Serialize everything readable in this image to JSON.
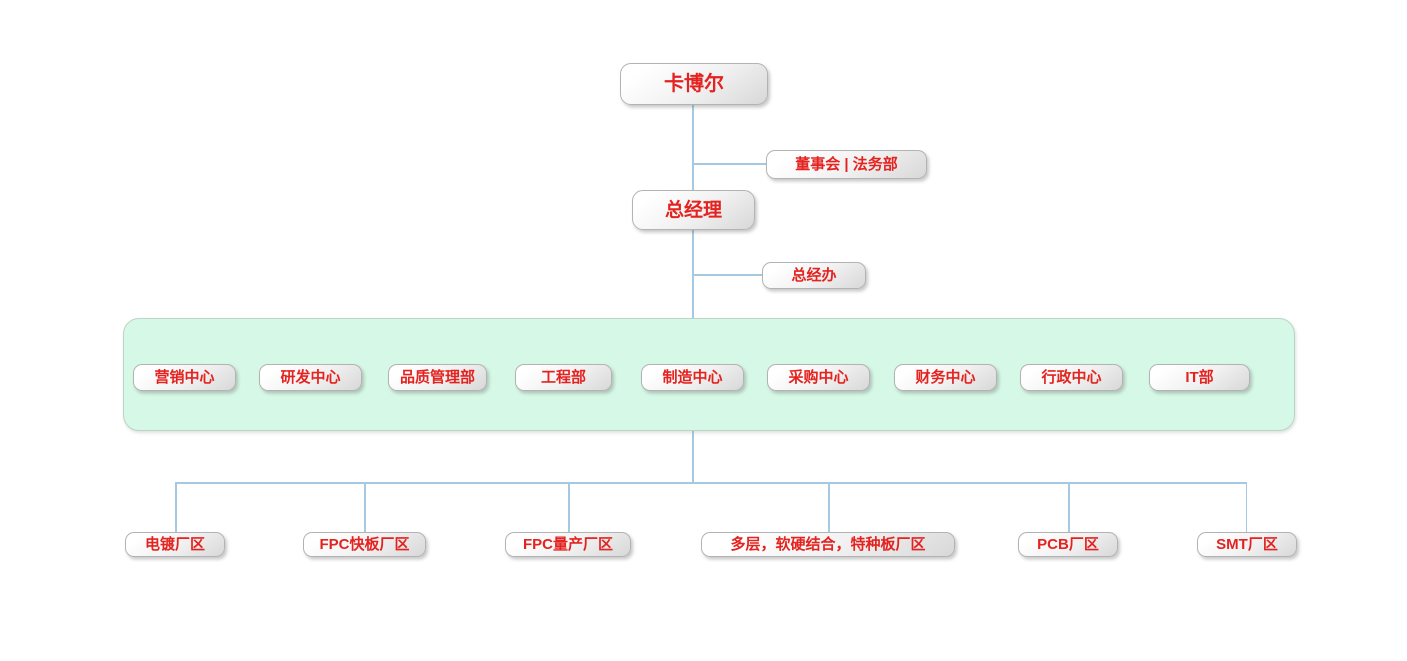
{
  "chart": {
    "title": "卡博尔",
    "board": "董事会 | 法务部",
    "general_manager": "总经理",
    "gm_office": "总经办",
    "departments": [
      "营销中心",
      "研发中心",
      "品质管理部",
      "工程部",
      "制造中心",
      "采购中心",
      "财务中心",
      "行政中心",
      "IT部"
    ],
    "factories": [
      "电镀厂区",
      "FPC快板厂区",
      "FPC量产厂区",
      "多层，软硬结合，特种板厂区",
      "PCB厂区",
      "SMT厂区"
    ]
  },
  "colors": {
    "label_red": "#e42320",
    "connector_blue": "#a5c9e3",
    "band_green": "#d6f8e6",
    "node_border_gray": "#b3b3b3",
    "node_gradient_start": "#ffffff",
    "node_gradient_end": "#d8d8d8"
  }
}
